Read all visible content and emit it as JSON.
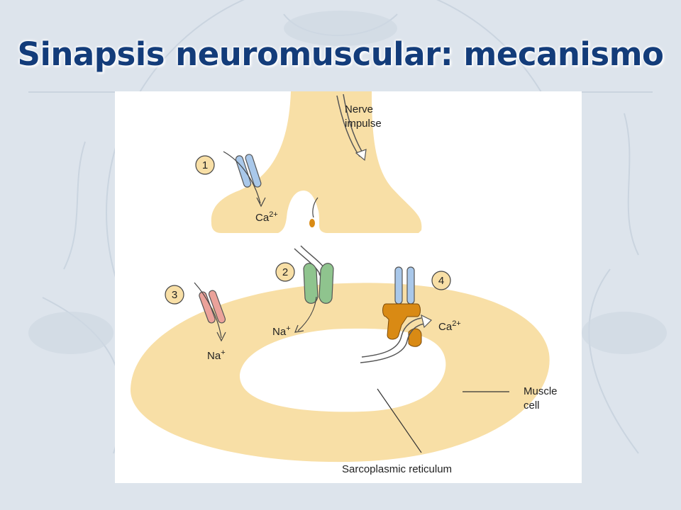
{
  "slide": {
    "title": "Sinapsis neuromuscular: mecanismo"
  },
  "diagram": {
    "steps": [
      "1",
      "2",
      "3",
      "4"
    ],
    "labels": {
      "nerve": "Nerve",
      "impulse": "impulse",
      "ca_1_base": "Ca",
      "ca_1_sup": "2+",
      "na_2_base": "Na",
      "na_2_sup": "+",
      "na_3_base": "Na",
      "na_3_sup": "+",
      "ca_4_base": "Ca",
      "ca_4_sup": "2+",
      "muscle": "Muscle",
      "cell": "cell",
      "sarcoplasmic": "Sarcoplasmic reticulum"
    },
    "colors": {
      "cell_fill": "#f8dfa6",
      "ca_channel": "#a9c8ea",
      "ach_receptor": "#8fc48e",
      "na_channel": "#eba29a",
      "ca_release": "#d98a14",
      "step_circle": "#f8dfa6",
      "title": "#133c7a"
    }
  }
}
